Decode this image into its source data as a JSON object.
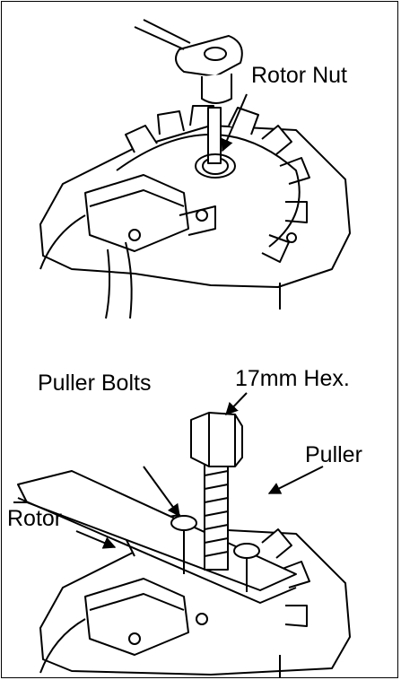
{
  "figure": {
    "top_panel": {
      "callouts": {
        "rotor_nut": "Rotor Nut"
      }
    },
    "bottom_panel": {
      "callouts": {
        "puller_bolts": "Puller Bolts",
        "hex": "17mm Hex.",
        "puller": "Puller",
        "rotor": "Rotor"
      }
    }
  }
}
